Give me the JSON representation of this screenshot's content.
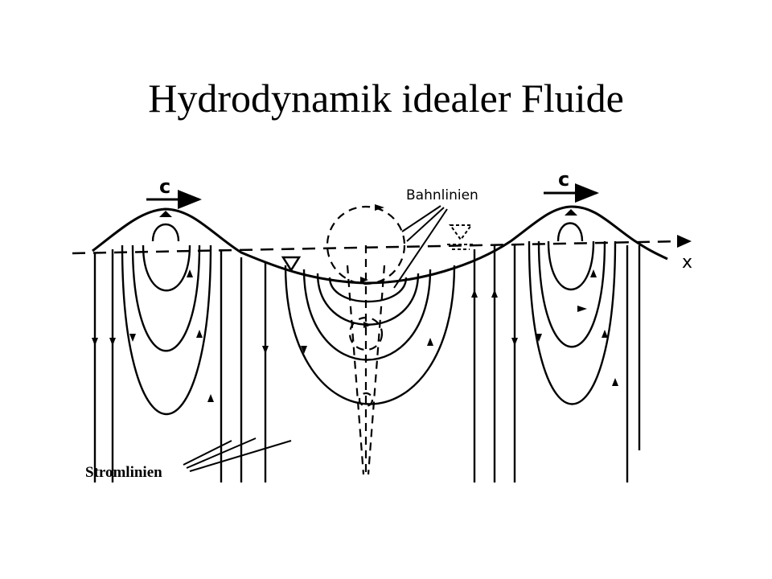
{
  "slide": {
    "title": "Hydrodynamik idealer Fluide"
  },
  "figure": {
    "labels": {
      "wave_speed_left": "c",
      "wave_speed_right": "c",
      "path_lines": "Bahnlinien",
      "streamlines": "Stromlinien",
      "x_axis": "x"
    },
    "stroke_color": "#000000",
    "background_color": "#ffffff"
  }
}
